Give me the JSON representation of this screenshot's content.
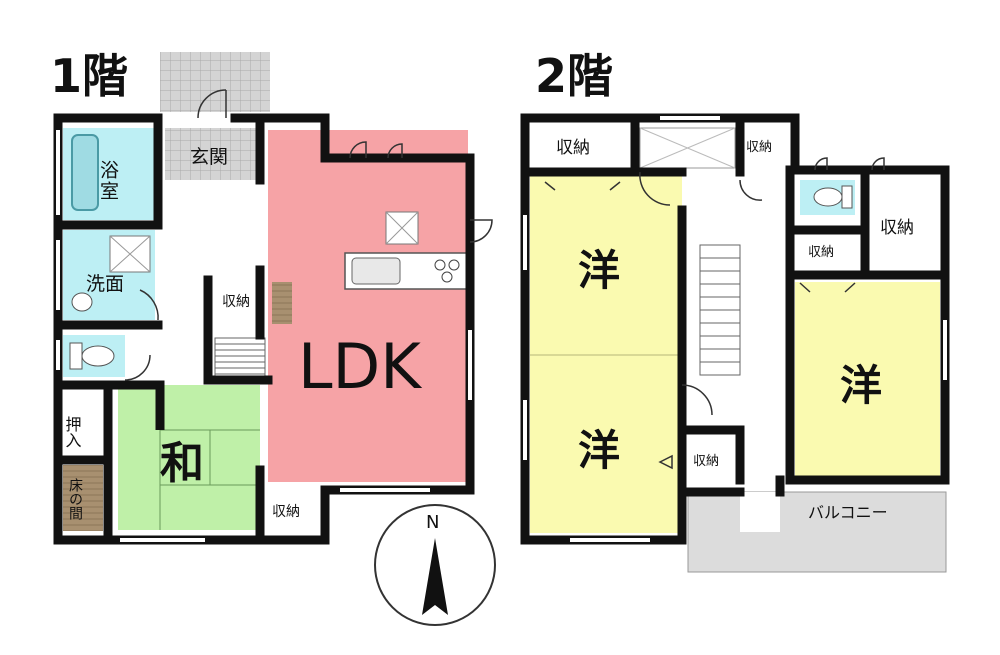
{
  "floors": [
    {
      "title": "1階",
      "rooms": {
        "bath": "浴室",
        "entrance": "玄関",
        "washroom": "洗面",
        "storage": "収納",
        "closet_oshiire": "押入",
        "tokonoma": "床の間",
        "japanese_room": "和",
        "ldk": "LDK",
        "storage_bottom": "収納"
      }
    },
    {
      "title": "2階",
      "rooms": {
        "storage_top_left": "収納",
        "storage_top_right": "収納",
        "storage_right": "収納",
        "storage_mid": "収納",
        "storage_stair": "収納",
        "western_upper": "洋",
        "western_lower": "洋",
        "western_right": "洋",
        "balcony": "バルコニー"
      }
    }
  ],
  "compass": {
    "north_label": "N"
  },
  "colors": {
    "wall": "#111111",
    "ldk": "#f6a3a6",
    "japanese": "#bff0a8",
    "western": "#fafab0",
    "wet": "#bdeff4",
    "entrance_tile": "#cfcfcf",
    "balcony": "#dcdcdc",
    "tokonoma": "#a08a6a"
  }
}
